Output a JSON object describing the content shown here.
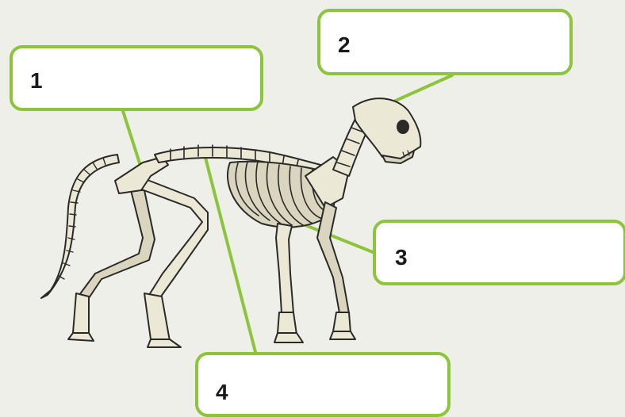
{
  "diagram": {
    "labels": [
      {
        "id": "1",
        "text": "1"
      },
      {
        "id": "2",
        "text": "2"
      },
      {
        "id": "3",
        "text": "3"
      },
      {
        "id": "4",
        "text": "4"
      }
    ],
    "colors": {
      "background": "#efefea",
      "label_border": "#8cc43c",
      "leader_line": "#8cc43c",
      "bone_fill": "#ebe8d6",
      "bone_shade": "#cfcbb3",
      "bone_outline": "#2a2a28"
    },
    "subject": "cat-skeleton"
  }
}
